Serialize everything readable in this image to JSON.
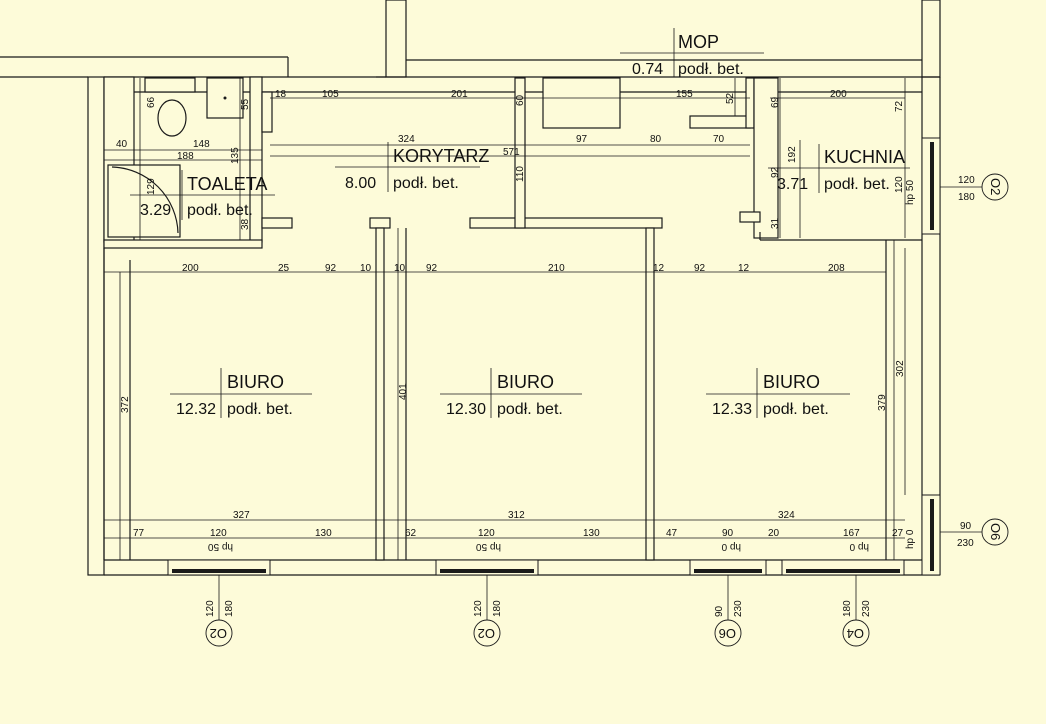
{
  "rooms": [
    {
      "name": "MOP",
      "area": "0.74",
      "floor": "podł. bet."
    },
    {
      "name": "KORYTARZ",
      "area": "8.00",
      "floor": "podł. bet."
    },
    {
      "name": "TOALETA",
      "area": "3.29",
      "floor": "podł. bet."
    },
    {
      "name": "KUCHNIA",
      "area": "3.71",
      "floor": "podł. bet."
    },
    {
      "name": "BIURO",
      "area": "12.32",
      "floor": "podł. bet."
    },
    {
      "name": "BIURO",
      "area": "12.30",
      "floor": "podł. bet."
    },
    {
      "name": "BIURO",
      "area": "12.33",
      "floor": "podł. bet."
    }
  ],
  "dims": {
    "d18": "18",
    "d105": "105",
    "d201": "201",
    "d155": "155",
    "d200k": "200",
    "d40": "40",
    "d148": "148",
    "d324k": "324",
    "d571": "571",
    "d97": "97",
    "d80": "80",
    "d70": "70",
    "d188": "188",
    "v66": "66",
    "v55": "55",
    "v60": "60",
    "v52": "52",
    "v69": "69",
    "v72": "72",
    "v135": "135",
    "v129": "129",
    "v38": "38",
    "v110": "110",
    "v192": "192",
    "v92k": "92",
    "v31": "31",
    "v120k": "120",
    "r200": "200",
    "r25": "25",
    "r92a": "92",
    "r10a": "10",
    "r10b": "10",
    "r92b": "92",
    "r210": "210",
    "r12a": "12",
    "r92c": "92",
    "r12b": "12",
    "r208": "208",
    "v372": "372",
    "v401": "401",
    "v379": "379",
    "v302": "302",
    "b327": "327",
    "b312": "312",
    "b324": "324",
    "b77": "77",
    "b120a": "120",
    "b130a": "130",
    "b62": "62",
    "b120b": "120",
    "b130b": "130",
    "b47": "47",
    "b90": "90",
    "b20": "20",
    "b167": "167",
    "b27": "27"
  },
  "hp": {
    "k": "hp 50",
    "e": "hp 0",
    "w1": "hp 50",
    "w2": "hp 50",
    "w3": "hp 0",
    "w4": "hp 0"
  },
  "windows": [
    {
      "tag": "O2",
      "top": "120",
      "bottom": "180"
    },
    {
      "tag": "O2",
      "top": "120",
      "bottom": "180"
    },
    {
      "tag": "O6",
      "top": "90",
      "bottom": "230"
    },
    {
      "tag": "O4",
      "top": "180",
      "bottom": "230"
    }
  ],
  "side_windows": [
    {
      "tag": "O2",
      "top": "120",
      "bottom": "180"
    },
    {
      "tag": "O6",
      "top": "90",
      "bottom": "230"
    }
  ]
}
